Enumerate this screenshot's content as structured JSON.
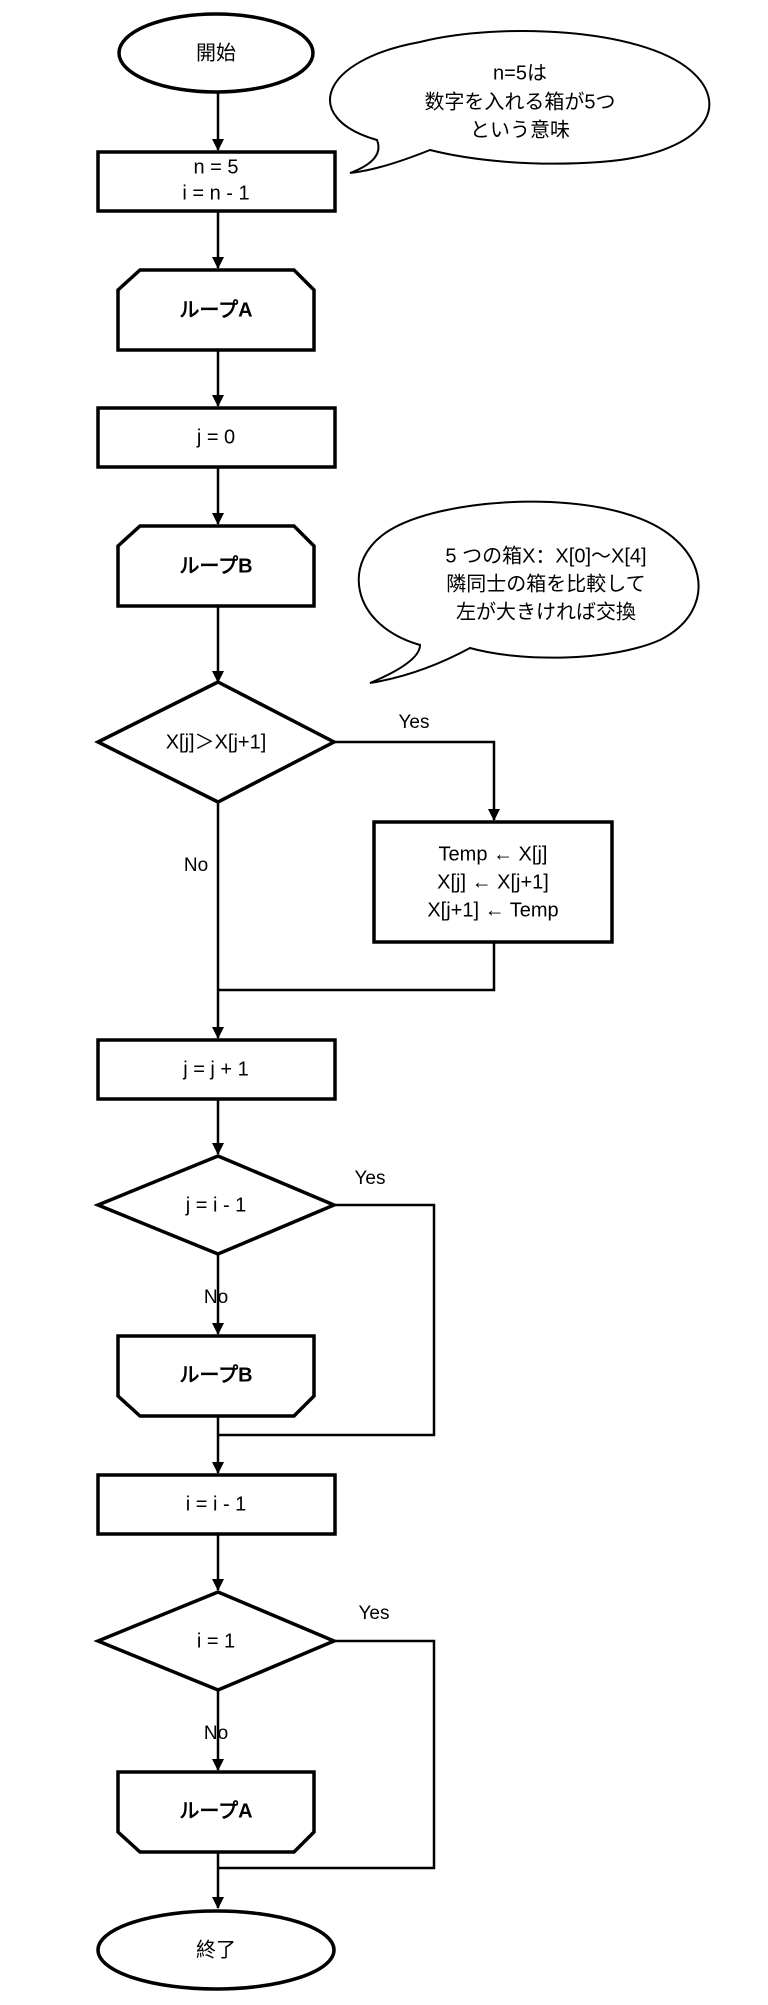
{
  "colors": {
    "stroke": "#000000",
    "fill": "#ffffff"
  },
  "nodes": {
    "start": "開始",
    "init": [
      "n = 5",
      "i = n - 1"
    ],
    "loop_a_start": "ループA",
    "j_init": "j = 0",
    "loop_b_start": "ループB",
    "compare": "X[j]＞X[j+1]",
    "swap": [
      "Temp ← X[j]",
      "X[j] ← X[j+1]",
      "X[j+1] ← Temp"
    ],
    "j_inc": "j = j + 1",
    "check_j": "j = i - 1",
    "loop_b_end": "ループB",
    "i_dec": "i = i - 1",
    "check_i": "i = 1",
    "loop_a_end": "ループA",
    "end": "終了"
  },
  "edges": {
    "compare_yes": "Yes",
    "compare_no": "No",
    "check_j_yes": "Yes",
    "check_j_no": "No",
    "check_i_yes": "Yes",
    "check_i_no": "No"
  },
  "callouts": {
    "n_note": [
      "n=5は",
      "数字を入れる箱が5つ",
      "という意味"
    ],
    "box_note": [
      "5 つの箱X：X[0]～X[4]",
      "隣同士の箱を比較して",
      "左が大きければ交換"
    ]
  }
}
